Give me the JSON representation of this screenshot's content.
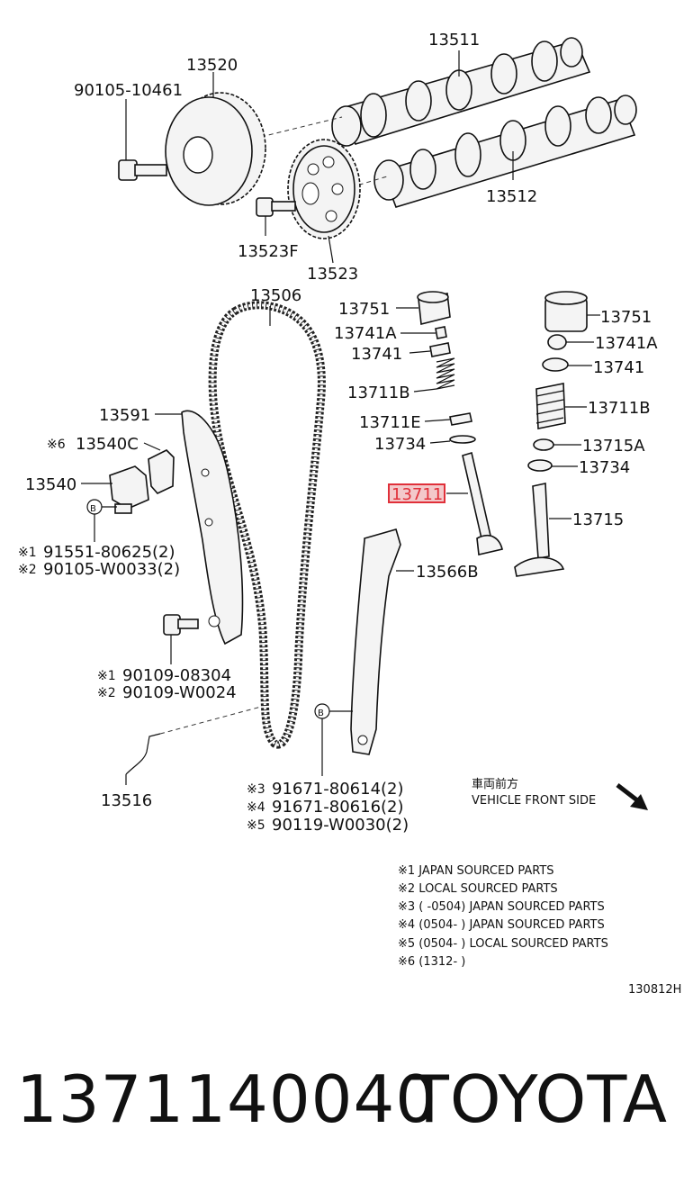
{
  "labels": {
    "p13511": "13511",
    "p13520": "13520",
    "p9010510461": "90105-10461",
    "p13512": "13512",
    "p13523F": "13523F",
    "p13523": "13523",
    "p13506": "13506",
    "p13751a": "13751",
    "p13741Aa": "13741A",
    "p13741a": "13741",
    "p13711Ba": "13711B",
    "p13711E": "13711E",
    "p13734a": "13734",
    "p13711": "13711",
    "p13751b": "13751",
    "p13741Ab": "13741A",
    "p13741b": "13741",
    "p13711Bb": "13711B",
    "p13715A": "13715A",
    "p13734b": "13734",
    "p13715": "13715",
    "p13566B": "13566B",
    "p13591": "13591",
    "p13540C_mark": "※6",
    "p13540C": "13540C",
    "p13540": "13540",
    "circleB1": "B",
    "circleB2": "B",
    "m1": "※1",
    "p9155180625": "91551-80625(2)",
    "m2": "※2",
    "p90105W0033": "90105-W0033(2)",
    "m1b": "※1",
    "p9010908304": "90109-08304",
    "m2b": "※2",
    "p90109W0024": "90109-W0024",
    "p13516": "13516",
    "m3": "※3",
    "p9167180614": "91671-80614(2)",
    "m4": "※4",
    "p9167180616": "91671-80616(2)",
    "m5": "※5",
    "p90119W0030": "90119-W0030(2)"
  },
  "direction": {
    "jp": "車両前方",
    "en": "VEHICLE FRONT SIDE"
  },
  "notes": [
    "※1   JAPAN SOURCED PARTS",
    "※2   LOCAL SOURCED PARTS",
    "※3  (     -0504) JAPAN SOURCED PARTS",
    "※4  (0504-     ) JAPAN SOURCED PARTS",
    "※5  (0504-     ) LOCAL SOURCED PARTS",
    "※6  (1312-          )"
  ],
  "diagram_id": "130812H",
  "footer": {
    "part_number": "1371140040",
    "brand": "TOYOTA"
  },
  "colors": {
    "highlight": "#e0303a",
    "highlight_bg": "#f3c9cb"
  }
}
